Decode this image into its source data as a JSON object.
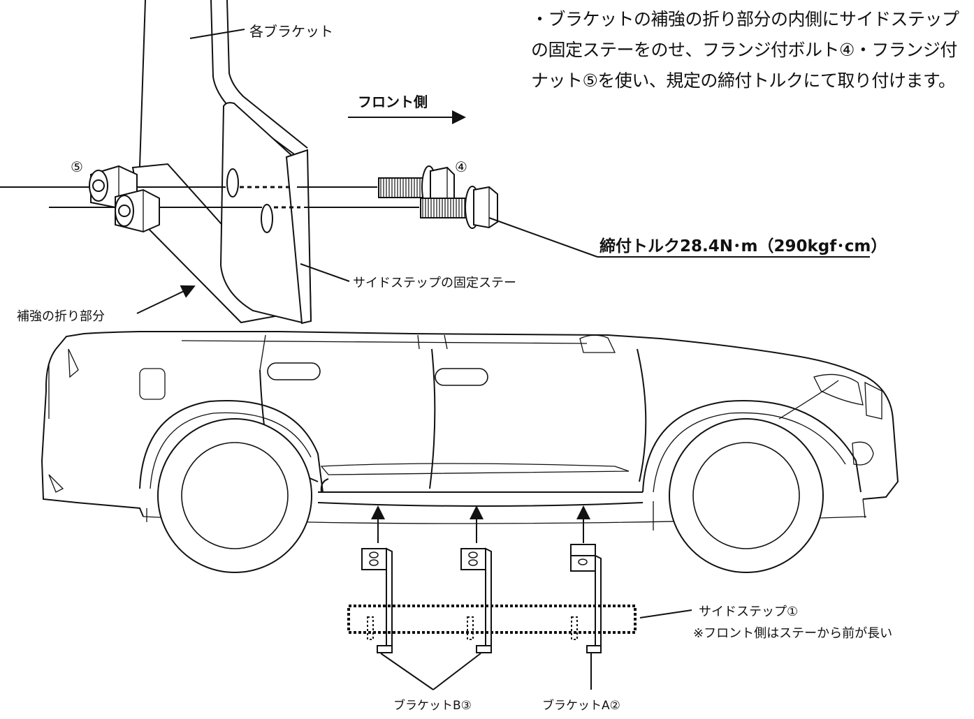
{
  "instruction": "・ブラケットの補強の折り部分の内側にサイドステップの固定ステーをのせ、フランジ付ボルト④・フランジ付ナット⑤を使い、規定の締付トルクにて取り付けます。",
  "labels": {
    "each_bracket": "各ブラケット",
    "front_side": "フロント側",
    "nut_number": "⑤",
    "bolt_number": "④",
    "torque": "締付トルク28.4N･m（290kgf･cm）",
    "step_stay": "サイドステップの固定ステー",
    "reinforcement_fold": "補強の折り部分",
    "side_step": "サイドステップ①",
    "side_step_note": "※フロント側はステーから前が長い",
    "bracket_b": "ブラケットB③",
    "bracket_a": "ブラケットA②"
  },
  "colors": {
    "line": "#111111",
    "background": "#ffffff"
  }
}
